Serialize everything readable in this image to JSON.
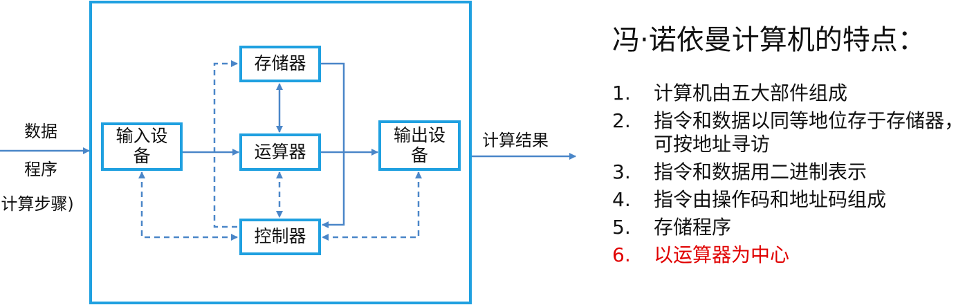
{
  "diagram": {
    "inputs": {
      "data_label": "数据",
      "program_label": "程序",
      "steps_label": "(计算步骤)"
    },
    "output_label": "计算结果",
    "components": {
      "memory": "存储器",
      "input": "输入设备",
      "alu": "运算器",
      "output": "输出设备",
      "control": "控制器"
    },
    "colors": {
      "frame": "#1fa0e0",
      "arrow": "#4a86c8",
      "highlight": "#e00000"
    }
  },
  "features": {
    "title": "冯·诺依曼计算机的特点：",
    "items": [
      {
        "num": "1.",
        "text": "计算机由五大部件组成"
      },
      {
        "num": "2.",
        "text": "指令和数据以同等地位存于存储器，可按地址寻访"
      },
      {
        "num": "3.",
        "text": "指令和数据用二进制表示"
      },
      {
        "num": "4.",
        "text": "指令由操作码和地址码组成"
      },
      {
        "num": "5.",
        "text": "存储程序"
      },
      {
        "num": "6.",
        "text": "以运算器为中心"
      }
    ]
  }
}
